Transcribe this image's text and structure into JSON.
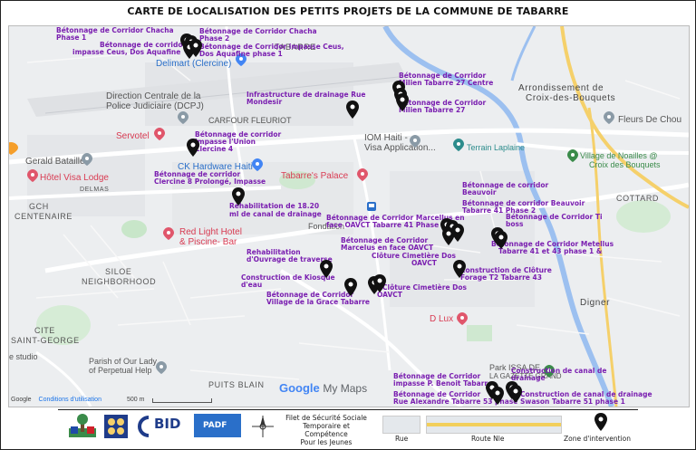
{
  "title": "CARTE DE LOCALISATION DES PETITS PROJETS DE LA COMMUNE DE TABARRE",
  "map": {
    "area_labels": {
      "tabarre": "TABARRE",
      "gch": "GCH",
      "centenaire": "CENTENAIRE",
      "delmas": "DELMAS",
      "siloe": "SILOE",
      "neighborhood": "NEIGHBORHOOD",
      "cite": "CITE",
      "saint_george": "SAINT-GEORGE",
      "cottard": "COTTARD",
      "puits_blain": "PUITS BLAIN",
      "digner": "Digner",
      "arrondissement": "Arrondissement de",
      "croix_bouquets": "Croix-des-Bouquets"
    },
    "pois": {
      "delimart": "Delimart (Clercine)",
      "direction": "Direction Centrale de la",
      "police": "Police Judiciaire (DCPJ)",
      "carrefour": "CARFOUR FLEURIOT",
      "servotel": "Servotel",
      "gerald": "Gerald Bataille",
      "hotel_visa": "Hôtel Visa Lodge",
      "ck_hardware": "CK Hardware Haiti",
      "tabarre_palace": "Tabarre's Palace",
      "iom": "IOM Haiti -",
      "visa_app": "Visa Application...",
      "terrain": "Terrain Laplaine",
      "red_light": "Red Light Hotel",
      "piscine": "& Piscine- Bar",
      "fleurs": "Fleurs De Chou",
      "village_noailles": "Village de Noailles @",
      "croix_bouquets2": "Croix des Bouquets",
      "dlux": "D Lux",
      "parish": "Parish of Our Lady",
      "perpetual": "of Perpetual Help",
      "studio": "e studio",
      "fondation": "Fondation",
      "park_issa": "Park ISSA DE",
      "gazette": "LA GAZETTE GRAND"
    },
    "projects": [
      {
        "text": "Bétonnage de Corridor Chacha"
      },
      {
        "text": "Phase 1"
      },
      {
        "text": "Bétonnage de corridor"
      },
      {
        "text": "impasse Ceus, Dos Aquafine"
      },
      {
        "text": "Bétonnage de Corridor Chacha"
      },
      {
        "text": "Phase 2"
      },
      {
        "text": "Bétonnage de Corridor impasse Ceus,"
      },
      {
        "text": "Dos Aquafine phase 1"
      },
      {
        "text": "Infrastructure de drainage Rue"
      },
      {
        "text": "Mondesir"
      },
      {
        "text": "Bétonnage de Corridor"
      },
      {
        "text": "Milien Tabarre 27 Centre"
      },
      {
        "text": "Bétonnage de Corridor"
      },
      {
        "text": "Milien Tabarre 27"
      },
      {
        "text": "Bétonnage de corridor"
      },
      {
        "text": "Impasse l'Union"
      },
      {
        "text": "Clercine 4"
      },
      {
        "text": "Bétonnage de corridor"
      },
      {
        "text": "Clercine 8 Prolongé, Impasse"
      },
      {
        "text": "Rehabilitation de 18.20"
      },
      {
        "text": "ml de canal de drainage"
      },
      {
        "text": "Bétonnage de corridor"
      },
      {
        "text": "Beauvoir"
      },
      {
        "text": "Bétonnage de corridor Beauvoir"
      },
      {
        "text": "Tabarre 41 Phase 2"
      },
      {
        "text": "Bétonnage de Corridor Marcellus en"
      },
      {
        "text": "face OAVCT Tabarre 41 Phase 1"
      },
      {
        "text": "Bétonnage de Corridor Ti"
      },
      {
        "text": "boss"
      },
      {
        "text": "Bétonnage de Corridor"
      },
      {
        "text": "Marcelus en face OAVCT"
      },
      {
        "text": "Bétonnage de Corridor Metellus"
      },
      {
        "text": "Tabarre 41 et 43 phase 1 &"
      },
      {
        "text": "Rehabilitation"
      },
      {
        "text": "d'Ouvrage de traverse"
      },
      {
        "text": "Clôture Cimetière Dos"
      },
      {
        "text": "OAVCT"
      },
      {
        "text": "Construction de Clôture"
      },
      {
        "text": "Forage T2 Tabarre 43"
      },
      {
        "text": "Construction de Kiosque"
      },
      {
        "text": "d'eau"
      },
      {
        "text": "Clôture Cimetière Dos"
      },
      {
        "text": "OAVCT"
      },
      {
        "text": "Bétonnage de Corridor"
      },
      {
        "text": "Village de la Grace Tabarre"
      },
      {
        "text": "Construction de canal de"
      },
      {
        "text": "drainage"
      },
      {
        "text": "Bétonnage de Corridor"
      },
      {
        "text": "impasse P. Benoit Tabarre"
      },
      {
        "text": "Bétonnage de Corridor"
      },
      {
        "text": "Rue Alexandre Tabarre 53 phase"
      },
      {
        "text": "Construction de canal de drainage"
      },
      {
        "text": "Swason Tabarre 51 phase 1"
      }
    ],
    "google_logo": "Google",
    "my_maps": "My Maps",
    "attribution_google": "Google",
    "attribution_terms": "Conditions d'utilisation",
    "scale_label": "500 m"
  },
  "legend": {
    "bid": "BID",
    "padf": "PADF",
    "filet_line1": "Filet de Sécurité Sociale",
    "filet_line2": "Temporaire et Compétence",
    "filet_line3": "Pour les Jeunes",
    "rue": "Rue",
    "route_nle": "Route Nle",
    "zone": "Zone d'intervention"
  },
  "colors": {
    "project_text": "#7a1fb0",
    "river": "#9cc0f0",
    "road_major": "#ffffff",
    "route_nle": "#f2cf5b"
  }
}
